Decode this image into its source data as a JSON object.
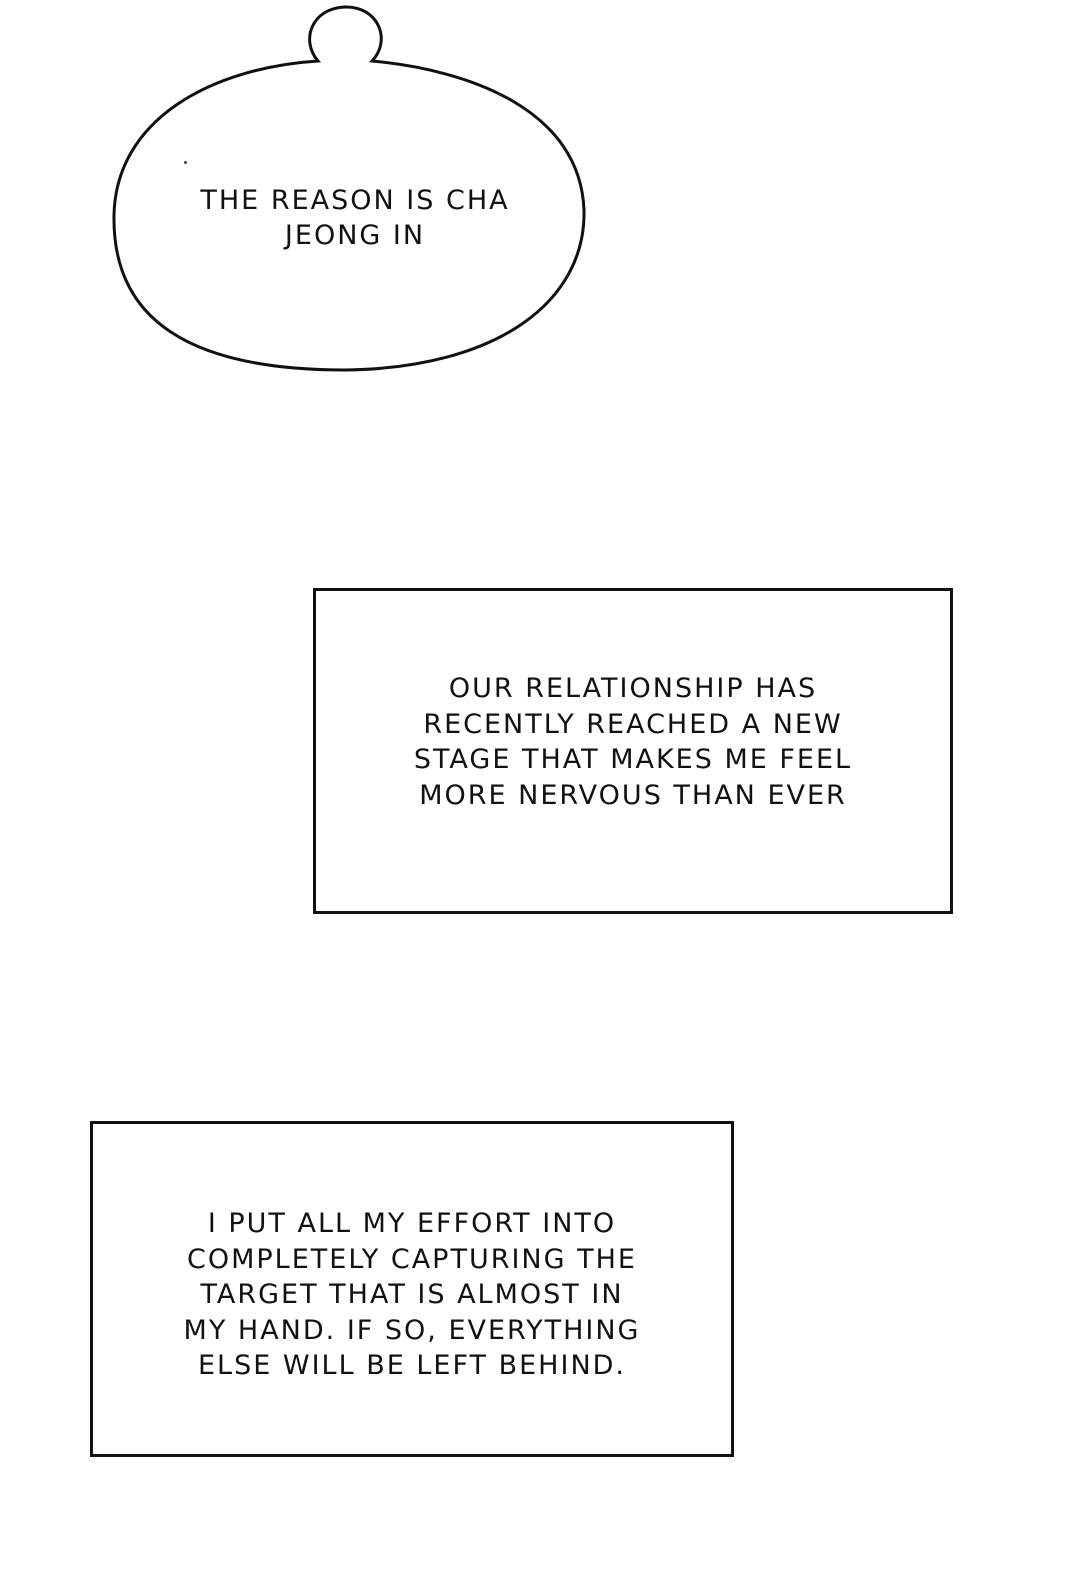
{
  "page": {
    "background": "#ffffff",
    "ink_color": "#111111"
  },
  "panels": [
    {
      "type": "speech-bubble",
      "shape": "rounded bubble with small round knob on top",
      "text": "THE REASON IS CHA\nJEONG IN"
    },
    {
      "type": "narration-box",
      "text": "OUR RELATIONSHIP HAS\nRECENTLY REACHED A NEW\nSTAGE THAT MAKES ME FEEL\nMORE NERVOUS THAN EVER"
    },
    {
      "type": "narration-box",
      "text": "I PUT ALL MY EFFORT INTO\nCOMPLETELY CAPTURING THE\nTARGET THAT IS ALMOST IN\nMY HAND. IF SO, EVERYTHING\nELSE WILL BE LEFT BEHIND."
    }
  ]
}
